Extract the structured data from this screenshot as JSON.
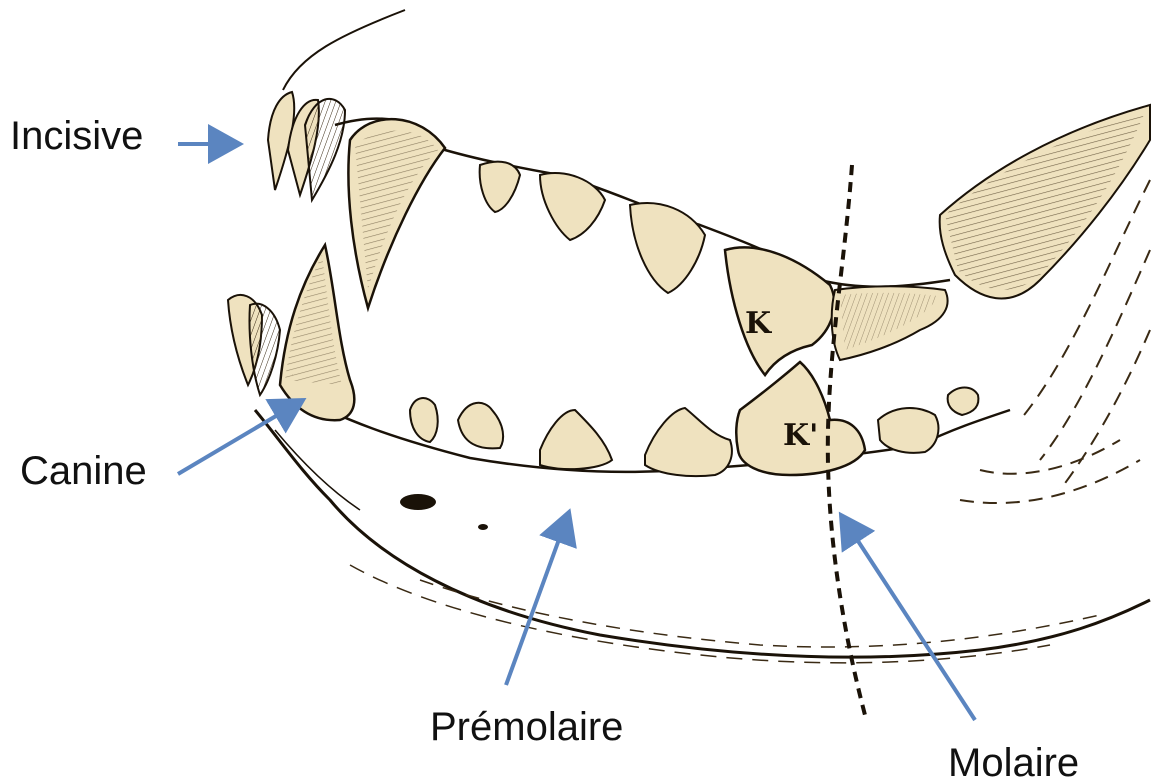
{
  "labels": {
    "incisive": "Incisive",
    "canine": "Canine",
    "premolaire": "Prémolaire",
    "molaire": "Molaire"
  },
  "tooth_marks": {
    "upper_carnassial": "K",
    "lower_carnassial": "K'"
  },
  "colors": {
    "arrow": "#5b85c0",
    "tooth_fill": "#efe2bf",
    "ink": "#1a1208",
    "background": "#ffffff"
  }
}
